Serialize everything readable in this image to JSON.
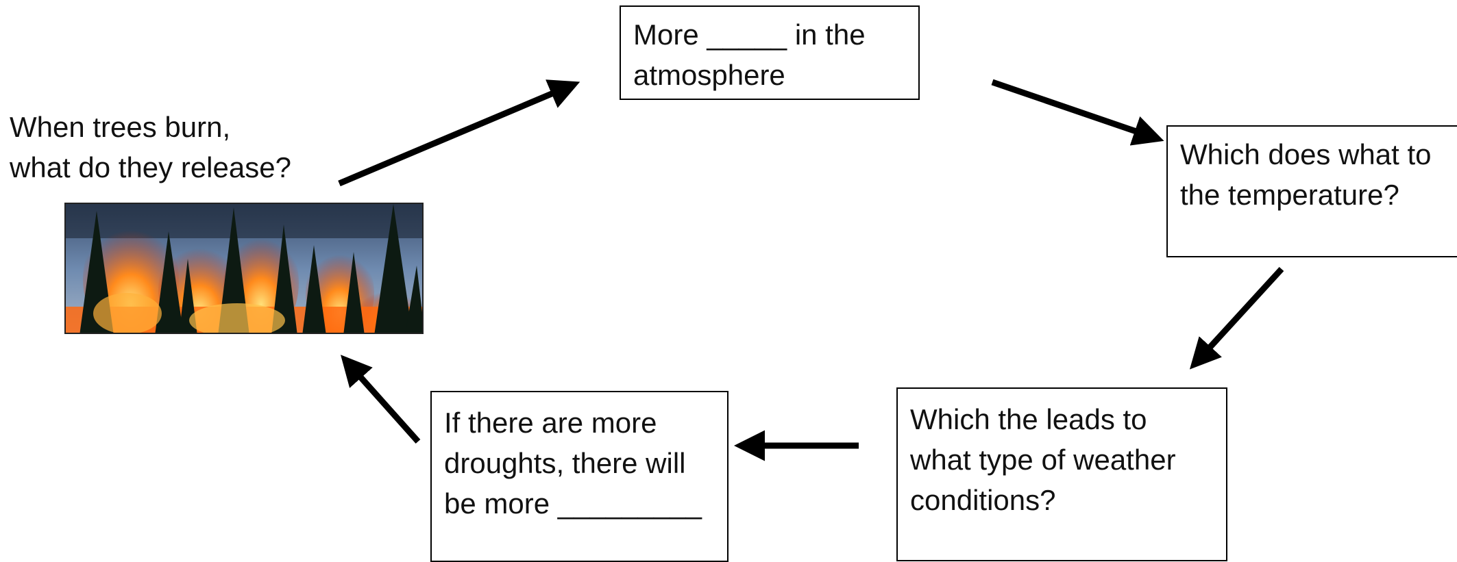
{
  "caption": {
    "line1": "When trees burn,",
    "line2": "what do they release?"
  },
  "boxes": {
    "atmosphere": {
      "line1": "More _____ in the",
      "line2": "atmosphere"
    },
    "temperature": {
      "line1": "Which does what to",
      "line2": "the temperature?"
    },
    "weather": {
      "line1": "Which the leads to",
      "line2": "what type of weather",
      "line3": "conditions?"
    },
    "droughts": {
      "line1": "If there are more",
      "line2": "droughts, there will",
      "line3": "be more _________"
    }
  },
  "image": {
    "subject": "forest-fire-photo"
  },
  "colors": {
    "arrow": "#000000",
    "flame_orange": "#ff6a10",
    "flame_yellow": "#ffc24a",
    "sky": "#6f8bb0",
    "tree": "#0d1a12"
  }
}
